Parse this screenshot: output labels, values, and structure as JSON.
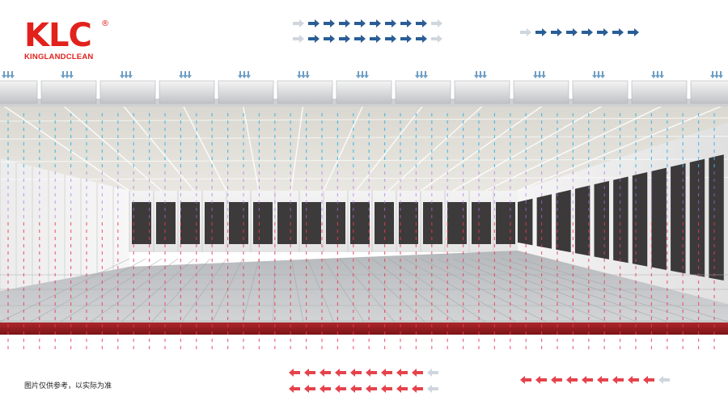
{
  "logo": {
    "mark": "KLC",
    "registered": "®",
    "name": "KINGLANDCLEAN"
  },
  "disclaimer": "图片仅供参考，以实际为准",
  "colors": {
    "brand_red": "#e2211c",
    "supply_arrow": "#2a5d97",
    "exhaust_arrow": "#e5434c",
    "air_down": "#3cb6e6",
    "air_mid": "#b06ee6",
    "air_low": "#ee3a55",
    "floor_edge": "#8a1c1f"
  },
  "icons": {
    "supply": "arrow-right-icon",
    "return": "arrow-left-icon",
    "down": "arrow-down-icon"
  }
}
